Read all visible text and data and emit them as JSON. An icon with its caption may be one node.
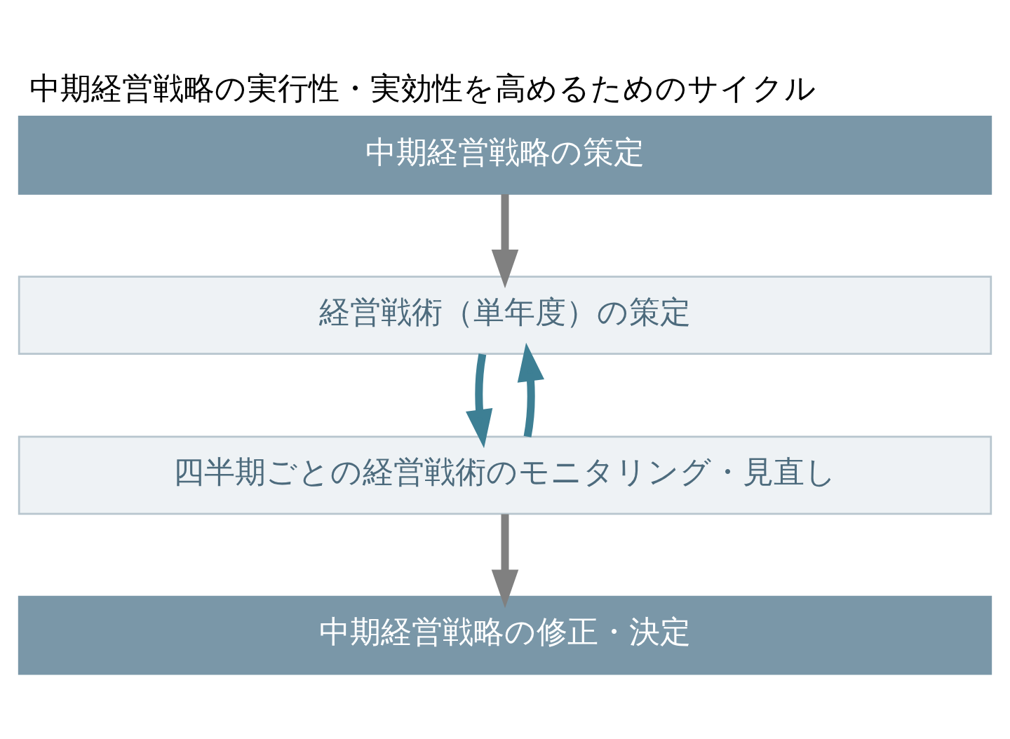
{
  "diagram": {
    "title": "中期経営戦略の実行性・実効性を高めるためのサイクル",
    "nodes": [
      {
        "text": [
          "中期経営戦略の策定"
        ]
      },
      {
        "text": [
          "経営戦術（単年度）の策定"
        ]
      },
      {
        "text": [
          "四半期ごとの経営戦術のモニタリング・見直し"
        ]
      },
      {
        "text": [
          "中期経営戦略の修正・決定"
        ]
      }
    ],
    "edges": [
      {
        "from": 0,
        "to": 1,
        "arrow": "to",
        "color": "#808080"
      },
      {
        "from": 1,
        "to": 2,
        "arrow": "to",
        "color": "#3d7f94"
      },
      {
        "from": 2,
        "to": 1,
        "arrow": "to",
        "color": "#3d7f94"
      },
      {
        "from": 2,
        "to": 3,
        "arrow": "to",
        "color": "#808080"
      }
    ]
  }
}
